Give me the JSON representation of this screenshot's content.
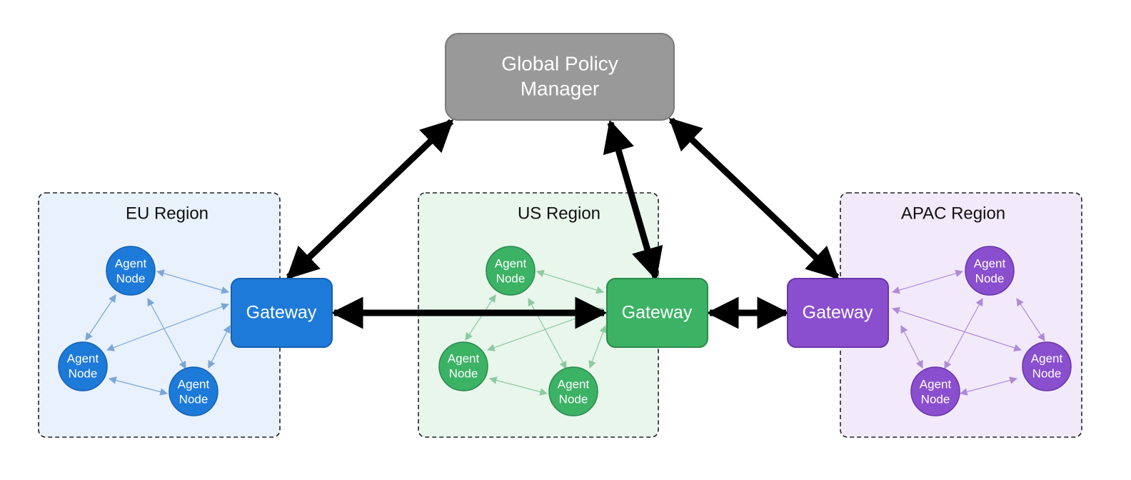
{
  "policy_manager": {
    "label_line1": "Global Policy",
    "label_line2": "Manager",
    "color": "#999999",
    "border": "#7a7a7a"
  },
  "regions": [
    {
      "id": "eu",
      "title": "EU Region",
      "bg": "#e8f1fc",
      "node_color": "#1e7ad9",
      "node_border": "#1560b0",
      "edge_color": "#7aa6d8",
      "gateway_label": "Gateway",
      "nodes": [
        {
          "line1": "Agent",
          "line2": "Node"
        },
        {
          "line1": "Agent",
          "line2": "Node"
        },
        {
          "line1": "Agent",
          "line2": "Node"
        }
      ]
    },
    {
      "id": "us",
      "title": "US Region",
      "bg": "#e8f6ec",
      "node_color": "#3cb265",
      "node_border": "#2a8a4c",
      "edge_color": "#8ccaa0",
      "gateway_label": "Gateway",
      "nodes": [
        {
          "line1": "Agent",
          "line2": "Node"
        },
        {
          "line1": "Agent",
          "line2": "Node"
        },
        {
          "line1": "Agent",
          "line2": "Node"
        }
      ]
    },
    {
      "id": "apac",
      "title": "APAC Region",
      "bg": "#f2eafb",
      "node_color": "#8a4fce",
      "node_border": "#6a35a8",
      "edge_color": "#b08ad8",
      "gateway_label": "Gateway",
      "nodes": [
        {
          "line1": "Agent",
          "line2": "Node"
        },
        {
          "line1": "Agent",
          "line2": "Node"
        },
        {
          "line1": "Agent",
          "line2": "Node"
        }
      ]
    }
  ],
  "connections": [
    {
      "from": "policy-manager",
      "to": "eu-gateway",
      "bidirectional": true
    },
    {
      "from": "policy-manager",
      "to": "us-gateway",
      "bidirectional": true
    },
    {
      "from": "policy-manager",
      "to": "apac-gateway",
      "bidirectional": true
    },
    {
      "from": "eu-gateway",
      "to": "us-gateway",
      "bidirectional": true
    },
    {
      "from": "us-gateway",
      "to": "apac-gateway",
      "bidirectional": true
    }
  ]
}
